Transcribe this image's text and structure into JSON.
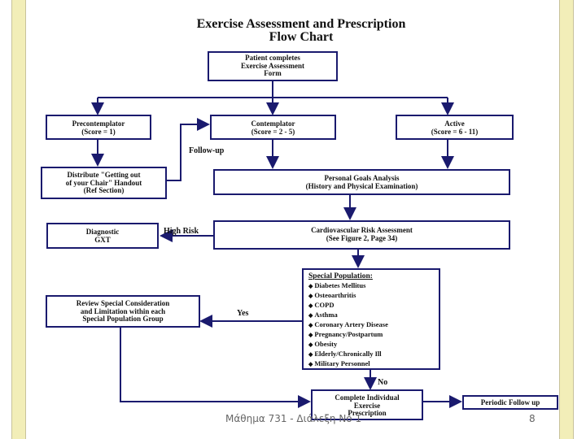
{
  "title_line1": "Exercise Assessment and Prescription",
  "title_line2": "Flow Chart",
  "boxes": {
    "patient": [
      "Patient completes",
      "Exercise Assessment",
      "Form"
    ],
    "precontemplator": [
      "Precontemplator",
      "(Score = 1)"
    ],
    "contemplator": [
      "Contemplator",
      "(Score = 2 - 5)"
    ],
    "active": [
      "Active",
      "(Score = 6 - 11)"
    ],
    "distribute": [
      "Distribute \"Getting out",
      "of your Chair\" Handout",
      "(Ref Section)"
    ],
    "goals": [
      "Personal Goals Analysis",
      "(History and Physical Examination)"
    ],
    "diagnostic": [
      "Diagnostic",
      "GXT"
    ],
    "cardio": [
      "Cardiovascular Risk Assessment",
      "(See Figure 2, Page 34)"
    ],
    "review": [
      "Review Special Consideration",
      "and Limitation within each",
      "Special Population Group"
    ],
    "complete": [
      "Complete Individual",
      "Exercise",
      "Prescription"
    ],
    "periodic": [
      "Periodic Follow up"
    ]
  },
  "special_population": {
    "title": "Special Population:",
    "items": [
      "Diabetes Mellitus",
      "Osteoarthritis",
      "COPD",
      "Asthma",
      "Coronary Artery Disease",
      "Pregnancy/Postpartum",
      "Obesity",
      "Elderly/Chronically Ill",
      "Military Personnel"
    ]
  },
  "labels": {
    "follow_up": "Follow-up",
    "high_risk": "High Risk",
    "yes": "Yes",
    "no": "No"
  },
  "footer": {
    "lecture": "Μάθημα 731 - Διάλεξη Νο 1",
    "page": "8"
  }
}
